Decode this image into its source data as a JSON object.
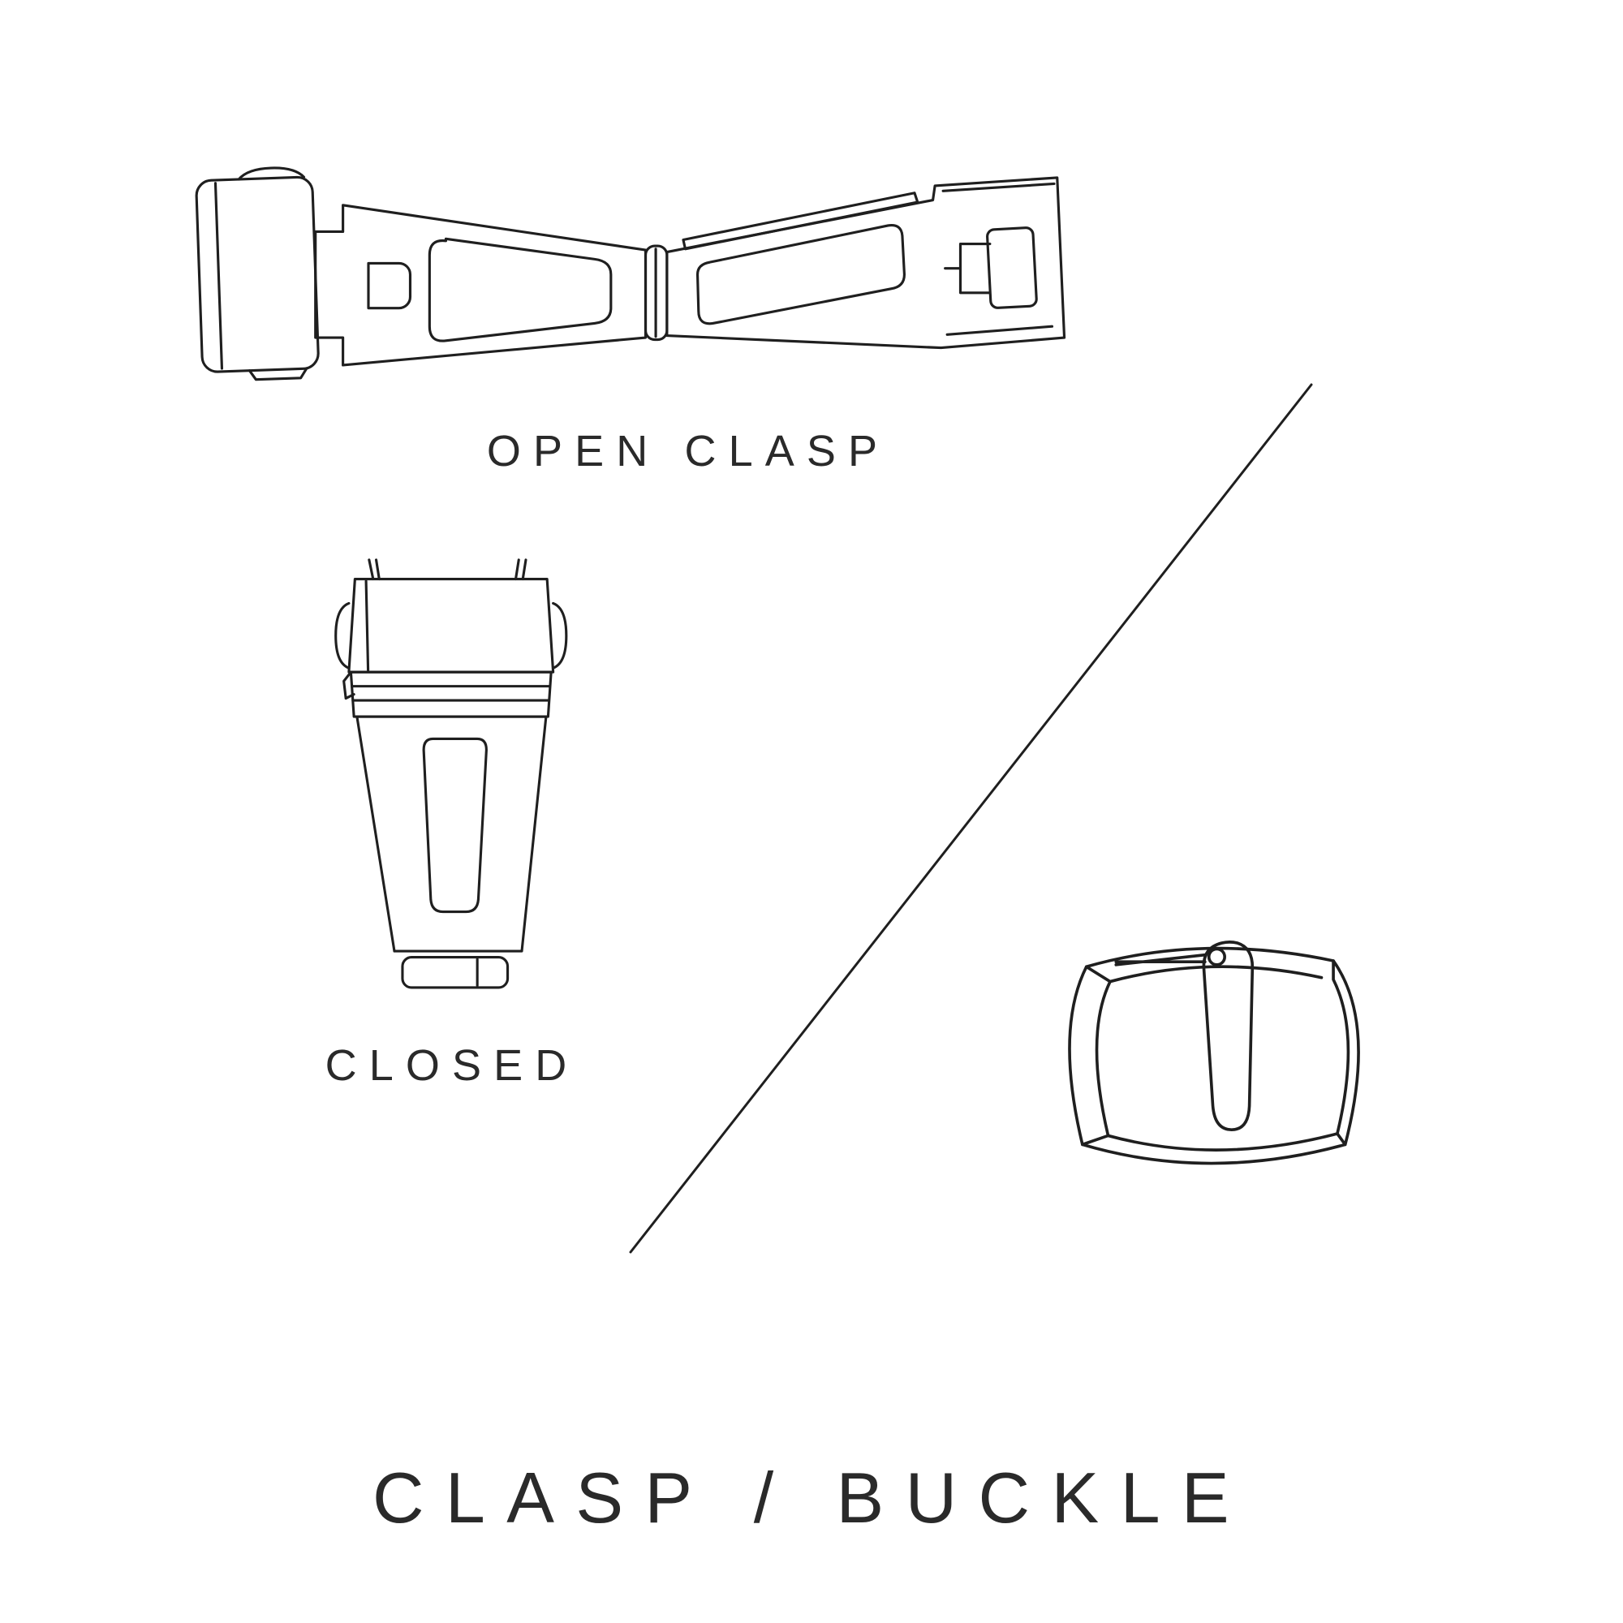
{
  "page": {
    "background_color": "#ffffff",
    "ink_color": "#1f1f1f"
  },
  "labels": {
    "open_clasp": "OPEN CLASP",
    "closed": "CLOSED",
    "title": "CLASP / BUCKLE"
  },
  "illustrations": {
    "open_clasp": "open-clasp-illustration",
    "closed_clasp": "closed-clasp-illustration",
    "tang_buckle": "tang-buckle-illustration",
    "divider": "diagonal-divider-line"
  }
}
